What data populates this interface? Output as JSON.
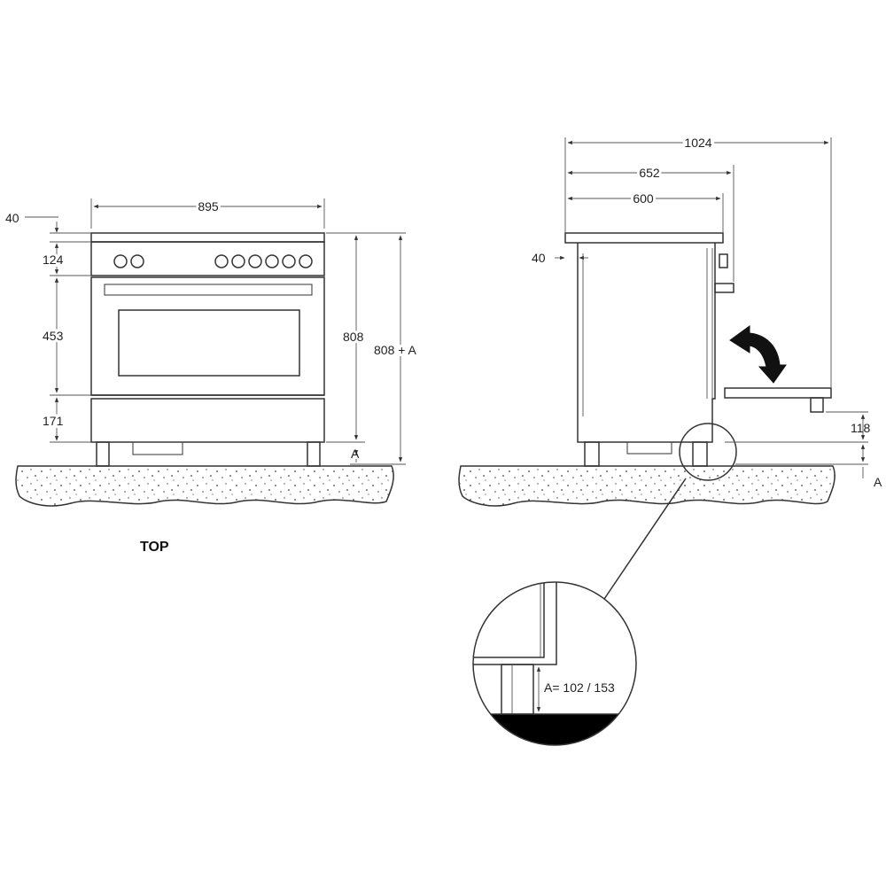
{
  "front_view": {
    "label": "TOP",
    "width": "895",
    "top_clearance": "40",
    "panel_height": "124",
    "oven_height": "453",
    "drawer_height": "171",
    "total_height": "808",
    "total_height_adjustable": "808 + A",
    "foot_label": "A"
  },
  "side_view": {
    "depth_overall": "1024",
    "depth_with_knobs": "652",
    "depth_body": "600",
    "top_clearance": "40",
    "rear_foot_height": "118",
    "foot_label": "A"
  },
  "detail": {
    "foot_adjustment": "A= 102 / 153"
  },
  "colors": {
    "line": "#333333",
    "floor_fill": "#ffffff",
    "detail_floor": "#000000"
  }
}
